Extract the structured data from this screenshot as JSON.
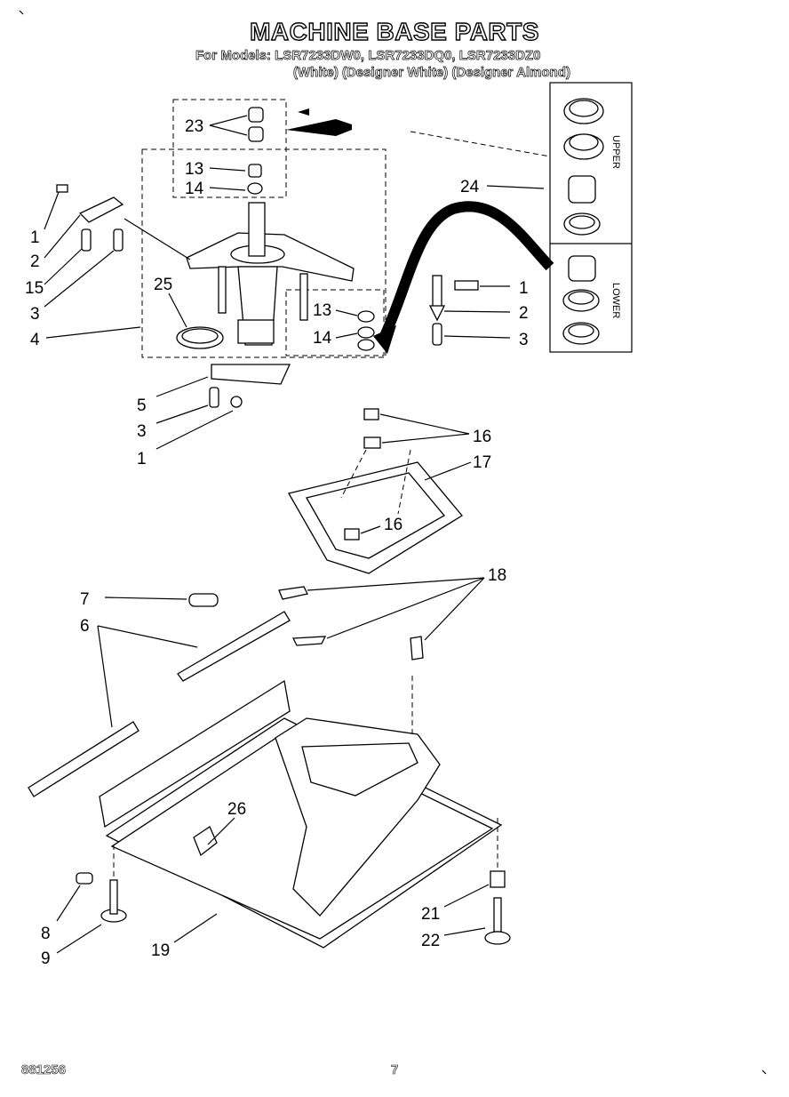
{
  "header": {
    "title": "MACHINE BASE PARTS",
    "models": "For Models: LSR7233DW0, LSR7233DQ0, LSR7233DZ0",
    "colors": "(White) (Designer White) (Designer Almond)"
  },
  "footer": {
    "doc_number": "881256",
    "page_number": "7"
  },
  "side_labels": {
    "upper": "UPPER",
    "lower": "LOWER"
  },
  "callouts": {
    "c23": "23",
    "c13a": "13",
    "c14a": "14",
    "c24": "24",
    "c1a": "1",
    "c2a": "2",
    "c15": "15",
    "c3a": "3",
    "c25": "25",
    "c4": "4",
    "c1b": "1",
    "c2b": "2",
    "c3b": "3",
    "c13b": "13",
    "c14b": "14",
    "c5": "5",
    "c3c": "3",
    "c1c": "1",
    "c16a": "16",
    "c17": "17",
    "c16b": "16",
    "c7": "7",
    "c18": "18",
    "c6": "6",
    "c26": "26",
    "c8": "8",
    "c9": "9",
    "c19": "19",
    "c21": "21",
    "c22": "22"
  }
}
